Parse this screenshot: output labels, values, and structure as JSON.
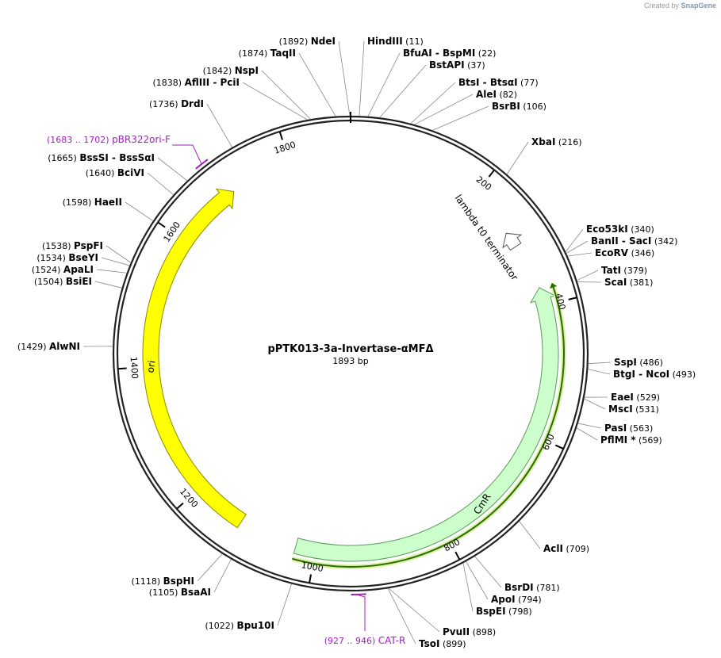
{
  "credit": {
    "prefix": "Created by",
    "brand": "SnapGene"
  },
  "plasmid": {
    "name": "pPTK013-3a-Invertase-αMFΔ",
    "length_label": "1893 bp",
    "length": 1893
  },
  "ticks": [
    {
      "pos": 200,
      "label": "200"
    },
    {
      "pos": 400,
      "label": "400"
    },
    {
      "pos": 600,
      "label": "600"
    },
    {
      "pos": 800,
      "label": "800"
    },
    {
      "pos": 1000,
      "label": "1000"
    },
    {
      "pos": 1200,
      "label": "1200"
    },
    {
      "pos": 1400,
      "label": "1400"
    },
    {
      "pos": 1600,
      "label": "1600"
    },
    {
      "pos": 1800,
      "label": "1800"
    }
  ],
  "features": [
    {
      "name": "ori",
      "start": 1120,
      "end": 1705,
      "direction": "cw",
      "color": "#ffff00",
      "stroke": "#8a8a00"
    },
    {
      "name": "CmR",
      "start": 372,
      "end": 1030,
      "direction": "ccw",
      "color": "#ccffcc",
      "stroke": "#5a9a5a"
    },
    {
      "name": "lambda t0 terminator",
      "start": 275,
      "end": 300,
      "direction": "ccw",
      "color": "#ffffff",
      "stroke": "#555555"
    }
  ],
  "orfs": [
    {
      "start": 372,
      "end": 1030,
      "color": "#2d6a00",
      "glow": "#d9f2a6"
    }
  ],
  "primers": [
    {
      "name": "pBR322ori-F",
      "range": "(1683 .. 1702)",
      "start": 1683,
      "end": 1702
    },
    {
      "name": "CAT-R",
      "range": "(927 .. 946)",
      "start": 927,
      "end": 946
    }
  ],
  "sites": [
    {
      "name": "HindIII",
      "pos_label": "(11)",
      "pos": 11
    },
    {
      "name": "BfuAI - BspMI",
      "pos_label": "(22)",
      "pos": 22
    },
    {
      "name": "BstAPI",
      "pos_label": "(37)",
      "pos": 37
    },
    {
      "name": "BtsI - BtsαI",
      "pos_label": "(77)",
      "pos": 77
    },
    {
      "name": "AleI",
      "pos_label": "(82)",
      "pos": 82
    },
    {
      "name": "BsrBI",
      "pos_label": "(106)",
      "pos": 106
    },
    {
      "name": "XbaI",
      "pos_label": "(216)",
      "pos": 216
    },
    {
      "name": "Eco53kI",
      "pos_label": "(340)",
      "pos": 340
    },
    {
      "name": "BanII - SacI",
      "pos_label": "(342)",
      "pos": 342
    },
    {
      "name": "EcoRV",
      "pos_label": "(346)",
      "pos": 346
    },
    {
      "name": "TatI",
      "pos_label": "(379)",
      "pos": 379
    },
    {
      "name": "ScaI",
      "pos_label": "(381)",
      "pos": 381
    },
    {
      "name": "SspI",
      "pos_label": "(486)",
      "pos": 486
    },
    {
      "name": "BtgI - NcoI",
      "pos_label": "(493)",
      "pos": 493
    },
    {
      "name": "EaeI",
      "pos_label": "(529)",
      "pos": 529
    },
    {
      "name": "MscI",
      "pos_label": "(531)",
      "pos": 531
    },
    {
      "name": "PasI",
      "pos_label": "(563)",
      "pos": 563
    },
    {
      "name": "PflMI *",
      "pos_label": "(569)",
      "pos": 569
    },
    {
      "name": "AclI",
      "pos_label": "(709)",
      "pos": 709
    },
    {
      "name": "BsrDI",
      "pos_label": "(781)",
      "pos": 781
    },
    {
      "name": "ApoI",
      "pos_label": "(794)",
      "pos": 794
    },
    {
      "name": "BspEI",
      "pos_label": "(798)",
      "pos": 798
    },
    {
      "name": "PvuII",
      "pos_label": "(898)",
      "pos": 898
    },
    {
      "name": "TsoI",
      "pos_label": "(899)",
      "pos": 899
    },
    {
      "name": "Bpu10I",
      "pos_label": "(1022)",
      "pos": 1022
    },
    {
      "name": "BsaAI",
      "pos_label": "(1105)",
      "pos": 1105
    },
    {
      "name": "BspHI",
      "pos_label": "(1118)",
      "pos": 1118
    },
    {
      "name": "AlwNI",
      "pos_label": "(1429)",
      "pos": 1429
    },
    {
      "name": "BsiEI",
      "pos_label": "(1504)",
      "pos": 1504
    },
    {
      "name": "ApaLI",
      "pos_label": "(1524)",
      "pos": 1524
    },
    {
      "name": "BseYI",
      "pos_label": "(1534)",
      "pos": 1534
    },
    {
      "name": "PspFI",
      "pos_label": "(1538)",
      "pos": 1538
    },
    {
      "name": "HaeII",
      "pos_label": "(1598)",
      "pos": 1598
    },
    {
      "name": "BciVI",
      "pos_label": "(1640)",
      "pos": 1640
    },
    {
      "name": "BssSI - BssSαI",
      "pos_label": "(1665)",
      "pos": 1665
    },
    {
      "name": "DrdI",
      "pos_label": "(1736)",
      "pos": 1736
    },
    {
      "name": "AflIII - PciI",
      "pos_label": "(1838)",
      "pos": 1838
    },
    {
      "name": "NspI",
      "pos_label": "(1842)",
      "pos": 1842
    },
    {
      "name": "TaqII",
      "pos_label": "(1874)",
      "pos": 1874
    },
    {
      "name": "NdeI",
      "pos_label": "(1892)",
      "pos": 1892
    }
  ]
}
